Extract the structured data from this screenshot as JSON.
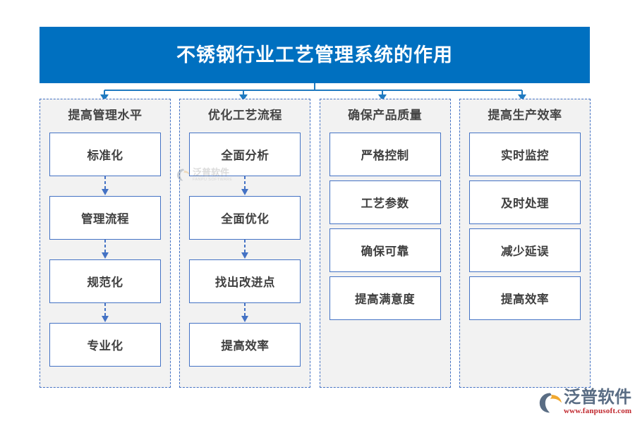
{
  "title": {
    "text": "不锈钢行业工艺管理系统的作用",
    "banner_color": "#0070C0",
    "text_color": "#FFFFFF"
  },
  "theme": {
    "panel_fill": "#F2F2F2",
    "panel_border": "#4472C4",
    "box_fill": "#FFFFFF",
    "box_border": "#4472C4",
    "connector_color": "#1F7AC0",
    "arrow_color": "#4472C4",
    "header_text_color": "#454545",
    "box_text_color": "#404040"
  },
  "columns": [
    {
      "header": "提高管理水平",
      "connector_style": "arrows",
      "items": [
        "标准化",
        "管理流程",
        "规范化",
        "专业化"
      ]
    },
    {
      "header": "优化工艺流程",
      "connector_style": "arrows",
      "items": [
        "全面分析",
        "全面优化",
        "找出改进点",
        "提高效率"
      ]
    },
    {
      "header": "确保产品质量",
      "connector_style": "stacked",
      "items": [
        "严格控制",
        "工艺参数",
        "确保可靠",
        "提高满意度"
      ]
    },
    {
      "header": "提高生产效率",
      "connector_style": "stacked",
      "items": [
        "实时监控",
        "及时处理",
        "减少延误",
        "提高效率"
      ]
    }
  ],
  "watermark": {
    "cn": "泛普软件",
    "en": "FANPU SOFTWARE"
  },
  "brand": {
    "name": "泛普软件",
    "url": "www.fanpusoft.com",
    "name_color": "#5A6D84",
    "url_color": "#C0272D"
  }
}
